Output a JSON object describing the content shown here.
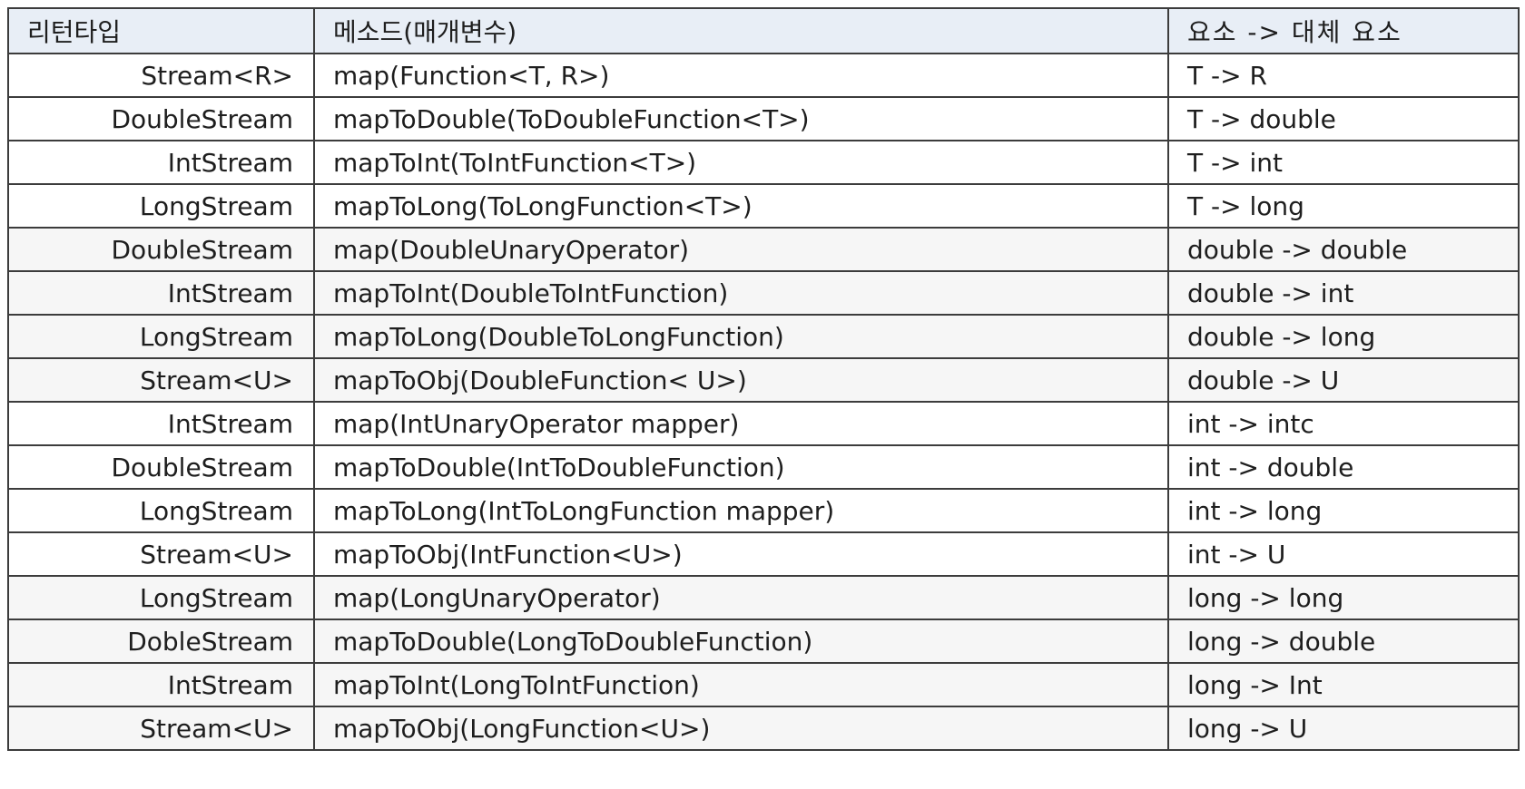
{
  "table": {
    "headers": {
      "return_type": "리턴타입",
      "method": "메소드(매개변수)",
      "conversion": "요소 -> 대체 요소"
    },
    "rows": [
      {
        "return_type": "Stream<R>",
        "method": "map(Function<T, R>)",
        "conversion": "T -> R"
      },
      {
        "return_type": "DoubleStream",
        "method": "mapToDouble(ToDoubleFunction<T>)",
        "conversion": "T -> double"
      },
      {
        "return_type": "IntStream",
        "method": "mapToInt(ToIntFunction<T>)",
        "conversion": "T -> int"
      },
      {
        "return_type": "LongStream",
        "method": "mapToLong(ToLongFunction<T>)",
        "conversion": "T -> long"
      },
      {
        "return_type": "DoubleStream",
        "method": "map(DoubleUnaryOperator)",
        "conversion": "double -> double"
      },
      {
        "return_type": "IntStream",
        "method": "mapToInt(DoubleToIntFunction)",
        "conversion": "double -> int"
      },
      {
        "return_type": "LongStream",
        "method": "mapToLong(DoubleToLongFunction)",
        "conversion": "double -> long"
      },
      {
        "return_type": "Stream<U>",
        "method": "mapToObj(DoubleFunction< U>)",
        "conversion": "double -> U"
      },
      {
        "return_type": "IntStream",
        "method": "map(IntUnaryOperator mapper)",
        "conversion": "int -> intc"
      },
      {
        "return_type": "DoubleStream",
        "method": "mapToDouble(IntToDoubleFunction)",
        "conversion": "int -> double"
      },
      {
        "return_type": "LongStream",
        "method": "mapToLong(IntToLongFunction mapper)",
        "conversion": "int -> long"
      },
      {
        "return_type": "Stream<U>",
        "method": "mapToObj(IntFunction<U>)",
        "conversion": "int -> U"
      },
      {
        "return_type": "LongStream",
        "method": "map(LongUnaryOperator)",
        "conversion": "long -> long"
      },
      {
        "return_type": "DobleStream",
        "method": "mapToDouble(LongToDoubleFunction)",
        "conversion": "long -> double"
      },
      {
        "return_type": "IntStream",
        "method": "mapToInt(LongToIntFunction)",
        "conversion": "long -> Int"
      },
      {
        "return_type": "Stream<U>",
        "method": "mapToObj(LongFunction<U>)",
        "conversion": "long -> U"
      }
    ]
  },
  "colors": {
    "header_bg": "#e8eef6",
    "border": "#3c3c3c",
    "alt_row_bg": "#f6f6f6",
    "text": "#1e1e1e"
  }
}
